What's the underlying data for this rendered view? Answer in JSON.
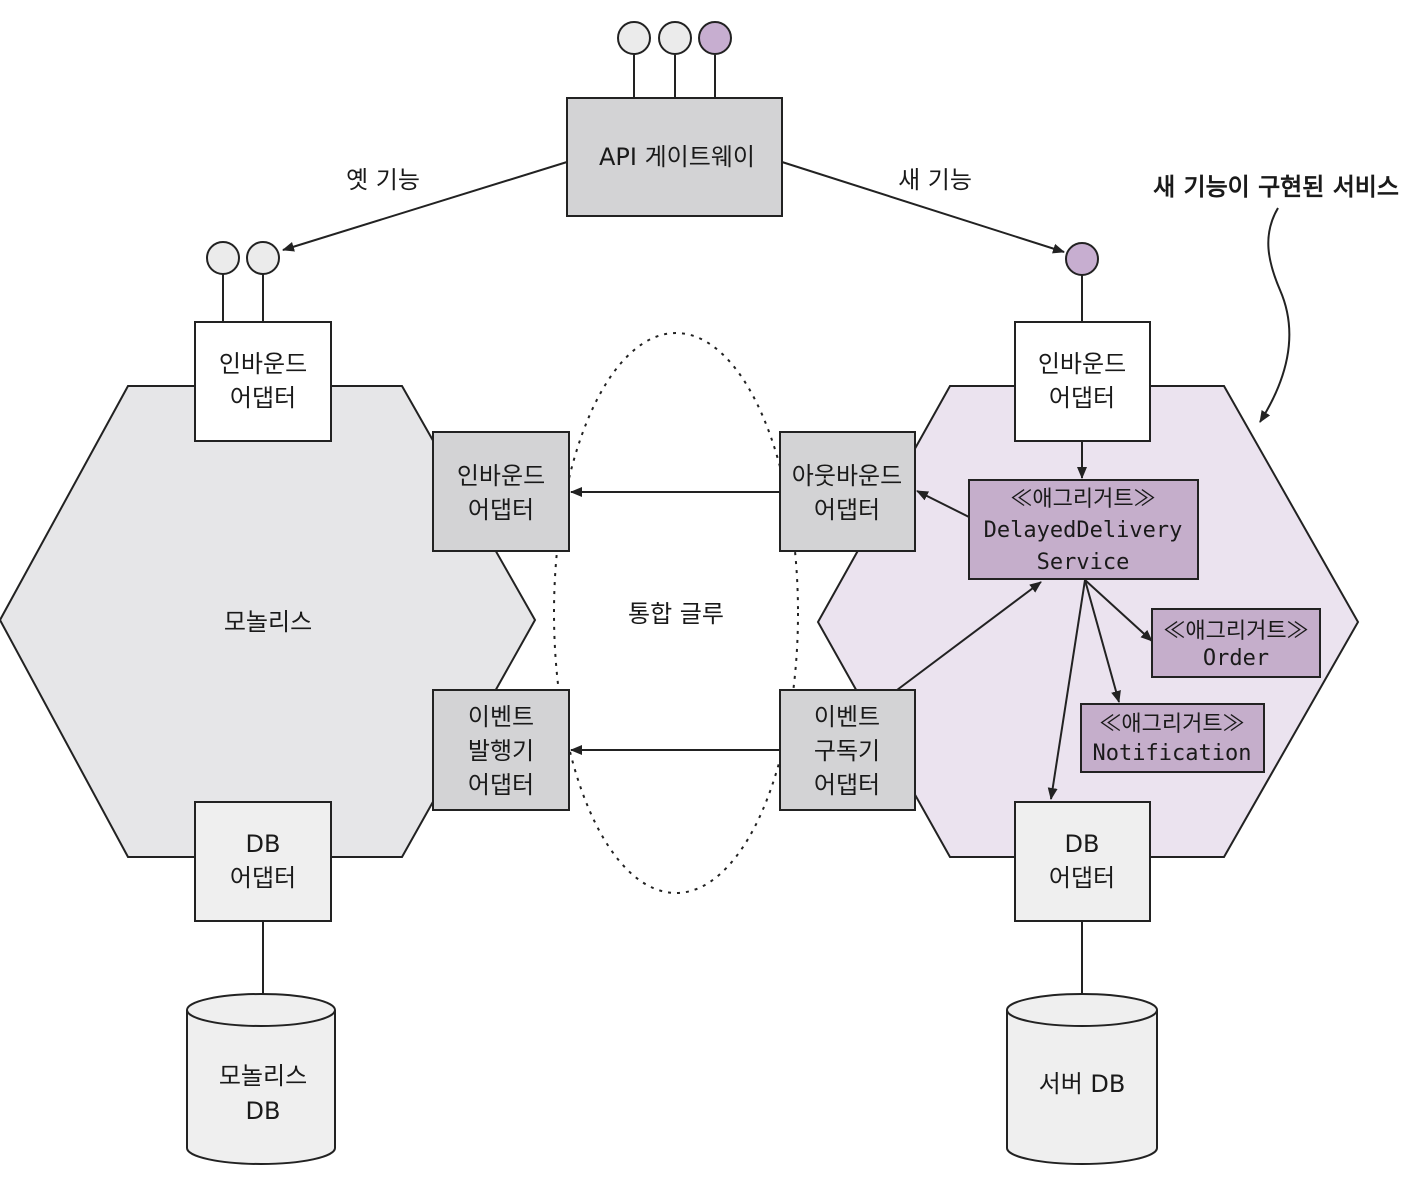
{
  "colors": {
    "monolith_fill": "#e6e6e8",
    "service_fill": "#ebe3ef",
    "gray_box": "#d3d3d5",
    "light_box": "#efefef",
    "purple_box": "#c5aecb",
    "purple_port": "#c7aed0",
    "gray_port": "#ebebeb",
    "line": "#222222"
  },
  "gateway": {
    "label": "API 게이트웨이"
  },
  "edges": {
    "old_feature": "옛 기능",
    "new_feature": "새 기능"
  },
  "callout": {
    "label": "새 기능이 구현된 서비스"
  },
  "monolith": {
    "label": "모놀리스",
    "inbound_adapter": [
      "인바운드",
      "어댑터"
    ],
    "inbound_adapter_side": [
      "인바운드",
      "어댑터"
    ],
    "event_publisher_adapter": [
      "이벤트",
      "발행기",
      "어댑터"
    ],
    "db_adapter": [
      "DB",
      "어댑터"
    ],
    "db": [
      "모놀리스",
      "DB"
    ]
  },
  "glue": {
    "label": "통합 글루"
  },
  "service": {
    "inbound_adapter": [
      "인바운드",
      "어댑터"
    ],
    "outbound_adapter": [
      "아웃바운드",
      "어댑터"
    ],
    "event_subscriber_adapter": [
      "이벤트",
      "구독기",
      "어댑터"
    ],
    "db_adapter": [
      "DB",
      "어댑터"
    ],
    "db": [
      "서버 DB"
    ],
    "aggregate_main": [
      "≪애그리거트≫",
      "DelayedDelivery",
      "Service"
    ],
    "aggregate_order": [
      "≪애그리거트≫",
      "Order"
    ],
    "aggregate_notification": [
      "≪애그리거트≫",
      "Notification"
    ]
  }
}
